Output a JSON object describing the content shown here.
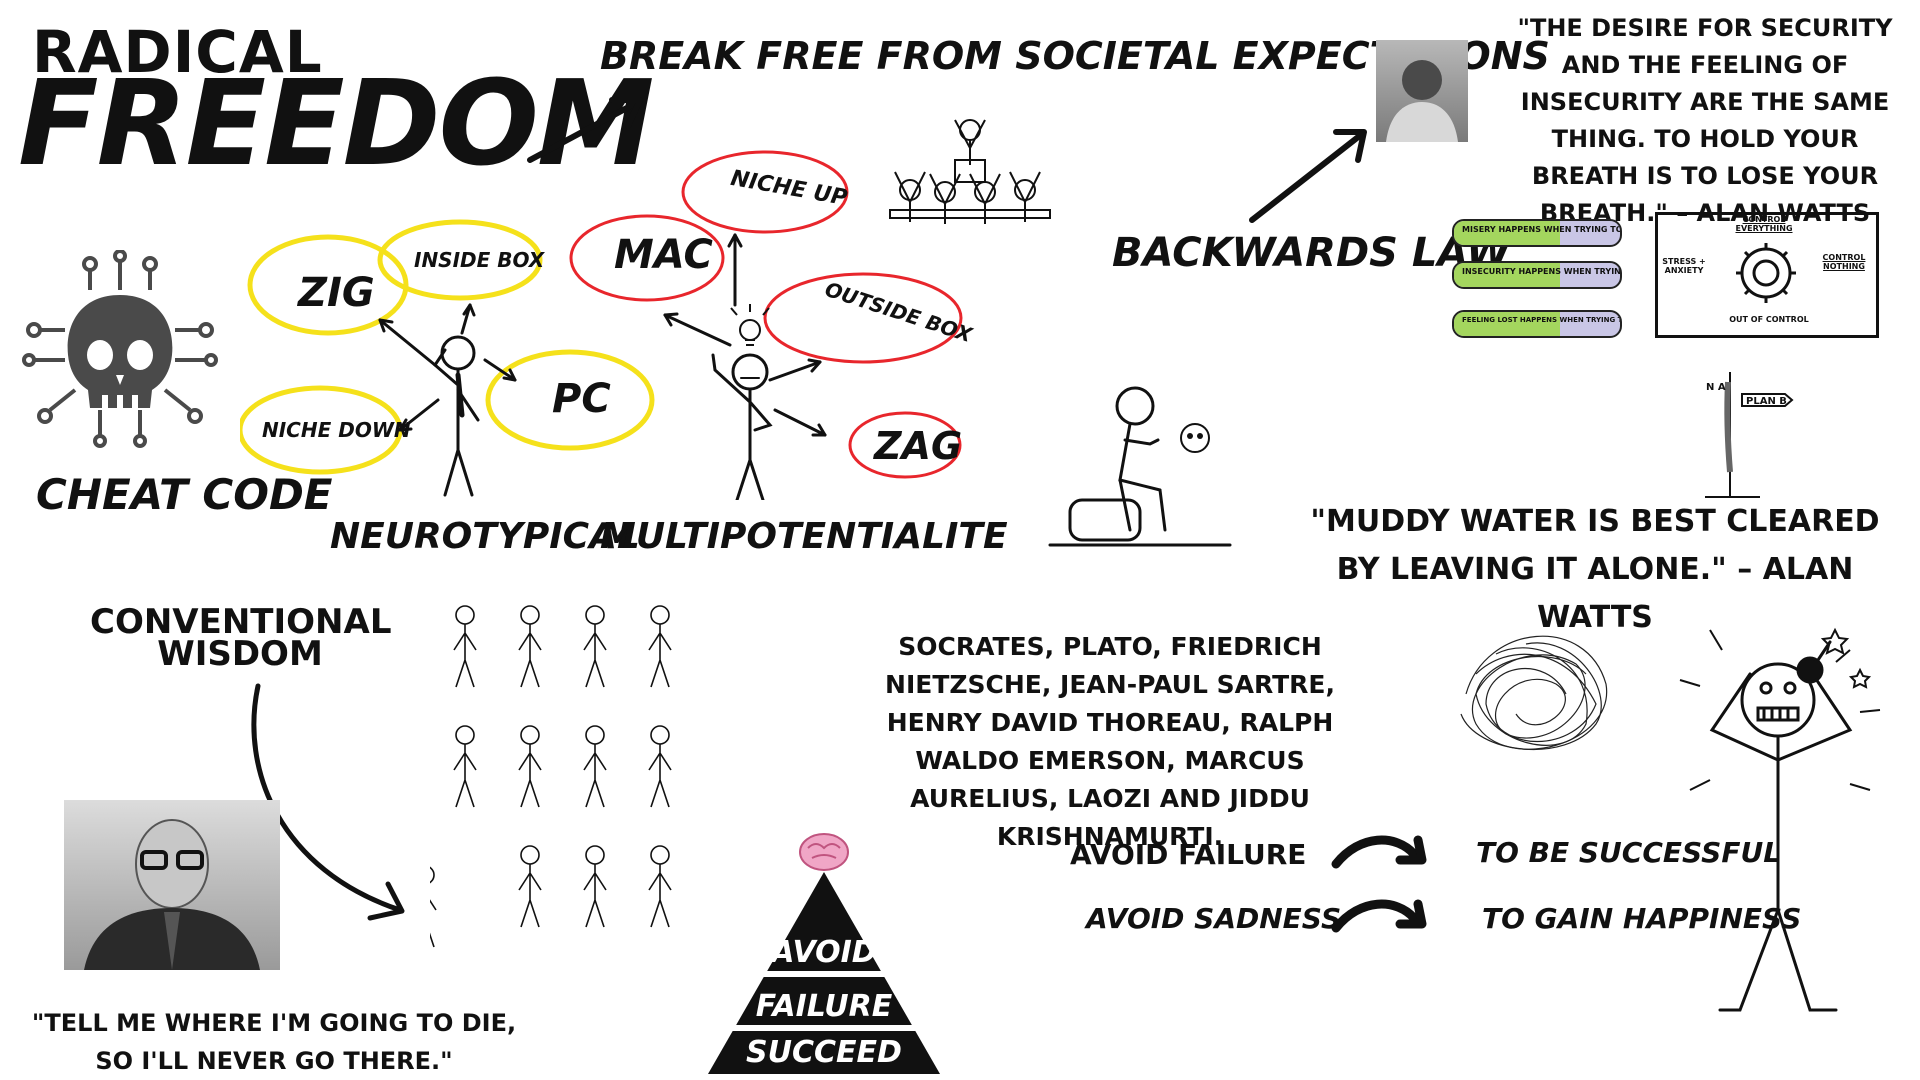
{
  "title": {
    "line1": "RADICAL",
    "line2": "FREEDOM"
  },
  "headline": "BREAK FREE FROM SOCIETAL EXPECTATIONS",
  "cheat_code": {
    "icon": "skull-chip-icon",
    "label": "CHEAT CODE"
  },
  "neurotypical": {
    "label": "NEUROTYPICAL",
    "options": [
      "ZIG",
      "INSIDE BOX",
      "PC",
      "NICHE DOWN"
    ],
    "color": "#f5e11b"
  },
  "multipotentialite": {
    "label": "MULTIPOTENTIALITE",
    "options": [
      "MAC",
      "NICHE UP",
      "OUTSIDE BOX",
      "ZAG"
    ],
    "color": "#e8262c"
  },
  "backwards_law": {
    "label": "BACKWARDS LAW",
    "bars": [
      "MISERY HAPPENS WHEN TRYING TO BE HAPPY",
      "INSECURITY HAPPENS WHEN TRYING TO BE SECURE",
      "FEELING LOST HAPPENS WHEN TRYING TO FIND PURPOSE"
    ],
    "control_box": {
      "top": "CONTROL EVERYTHING",
      "left": "STRESS + ANXIETY",
      "right": "CONTROL NOTHING",
      "bottom": "OUT OF CONTROL"
    }
  },
  "watts_quote_1": "\"THE DESIRE FOR SECURITY AND THE FEELING OF INSECURITY ARE THE SAME THING. TO HOLD YOUR BREATH IS TO LOSE YOUR BREATH.\" – ALAN WATTS",
  "watts_quote_2": "\"MUDDY WATER IS BEST CLEARED BY LEAVING IT ALONE.\" – ALAN WATTS",
  "signpost": {
    "left": "N A",
    "right": "PLAN B"
  },
  "conventional_wisdom": "CONVENTIONAL WISDOM",
  "munger_quote": "\"TELL ME WHERE I'M GOING TO DIE, SO I'LL NEVER GO THERE.\"",
  "philosophers": "SOCRATES, PLATO, FRIEDRICH NIETZSCHE, JEAN-PAUL SARTRE, HENRY DAVID THOREAU, RALPH WALDO EMERSON, MARCUS AURELIUS, LAOZI AND JIDDU KRISHNAMURTI.",
  "pyramid": [
    "AVOID",
    "FAILURE",
    "SUCCEED"
  ],
  "inversion": [
    {
      "left": "AVOID FAILURE",
      "right": "TO BE SUCCESSFUL"
    },
    {
      "left": "AVOID SADNESS",
      "right": "TO GAIN HAPPINESS"
    }
  ]
}
